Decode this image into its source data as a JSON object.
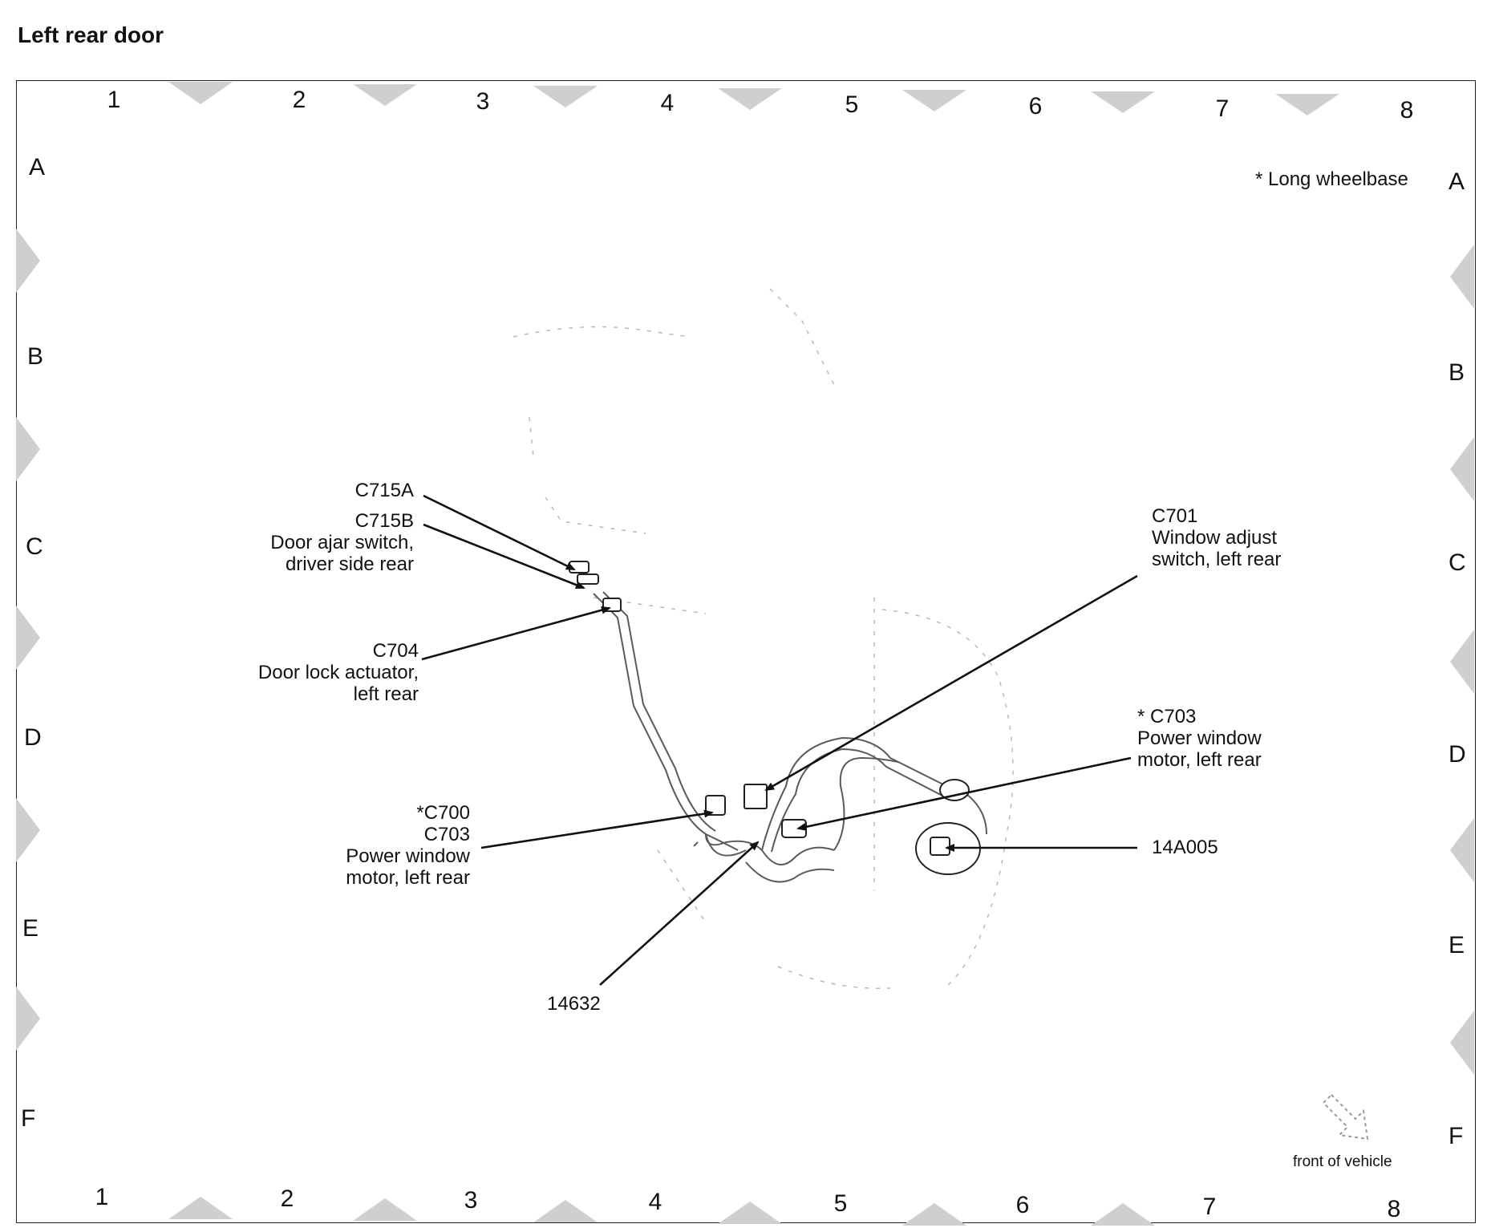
{
  "title": "Left rear door",
  "grid": {
    "columns": [
      "1",
      "2",
      "3",
      "4",
      "5",
      "6",
      "7",
      "8"
    ],
    "rows": [
      "A",
      "B",
      "C",
      "D",
      "E",
      "F"
    ]
  },
  "note": "* Long wheelbase",
  "front_label": "front of vehicle",
  "callouts": {
    "c715a": {
      "line1": "C715A"
    },
    "c715b": {
      "line1": "C715B",
      "line2": "Door ajar switch,",
      "line3": "driver side rear"
    },
    "c704": {
      "line1": "C704",
      "line2": "Door lock actuator,",
      "line3": "left rear"
    },
    "c700": {
      "line1": "*C700",
      "line2": "C703",
      "line3": "Power window",
      "line4": "motor, left rear"
    },
    "n14632": {
      "line1": "14632"
    },
    "c701": {
      "line1": "C701",
      "line2": "Window adjust",
      "line3": "switch, left rear"
    },
    "c703": {
      "line1": "* C703",
      "line2": "Power window",
      "line3": "motor, left rear"
    },
    "n14a005": {
      "line1": "14A005"
    }
  }
}
